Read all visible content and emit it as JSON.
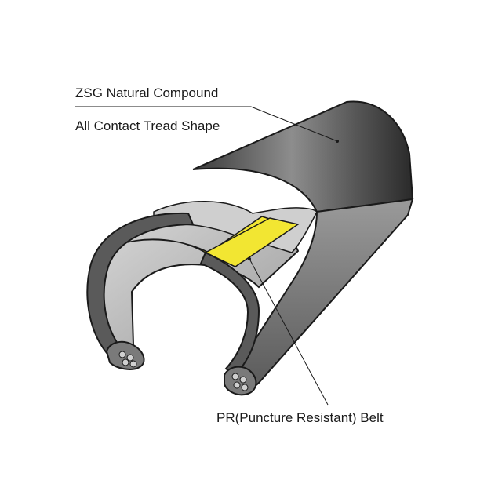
{
  "labels": {
    "compound": "ZSG Natural Compound",
    "tread": "All Contact Tread Shape",
    "belt": "PR(Puncture Resistant) Belt"
  },
  "colors": {
    "outer_tread_dark": "#2f2f2f",
    "outer_tread_mid": "#5f5f5f",
    "outer_tread_light": "#8a8a8a",
    "casing_inner": "#b9b9b9",
    "casing_inner_light": "#d8d8d8",
    "belt": "#f2e632",
    "edge_line": "#1a1a1a",
    "bead_fill": "#7a7a7a"
  }
}
